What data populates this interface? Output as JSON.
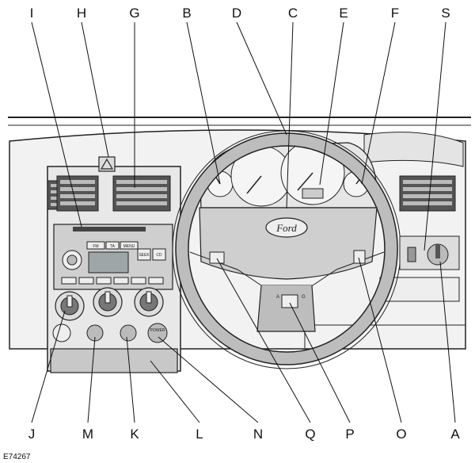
{
  "figure_code": "E74267",
  "callouts": {
    "top": [
      "I",
      "H",
      "G",
      "B",
      "D",
      "C",
      "E",
      "F",
      "S"
    ],
    "bottom": [
      "J",
      "M",
      "K",
      "L",
      "N",
      "Q",
      "P",
      "O",
      "A"
    ]
  },
  "steering_wheel": {
    "badge_text": "Ford"
  },
  "audio_unit": {
    "presets": [
      "FM",
      "TA",
      "MENU",
      "SEEK",
      "CD"
    ]
  },
  "switch_labels": {
    "power_button": "POWER",
    "selector_letters": [
      "A",
      "G"
    ]
  }
}
